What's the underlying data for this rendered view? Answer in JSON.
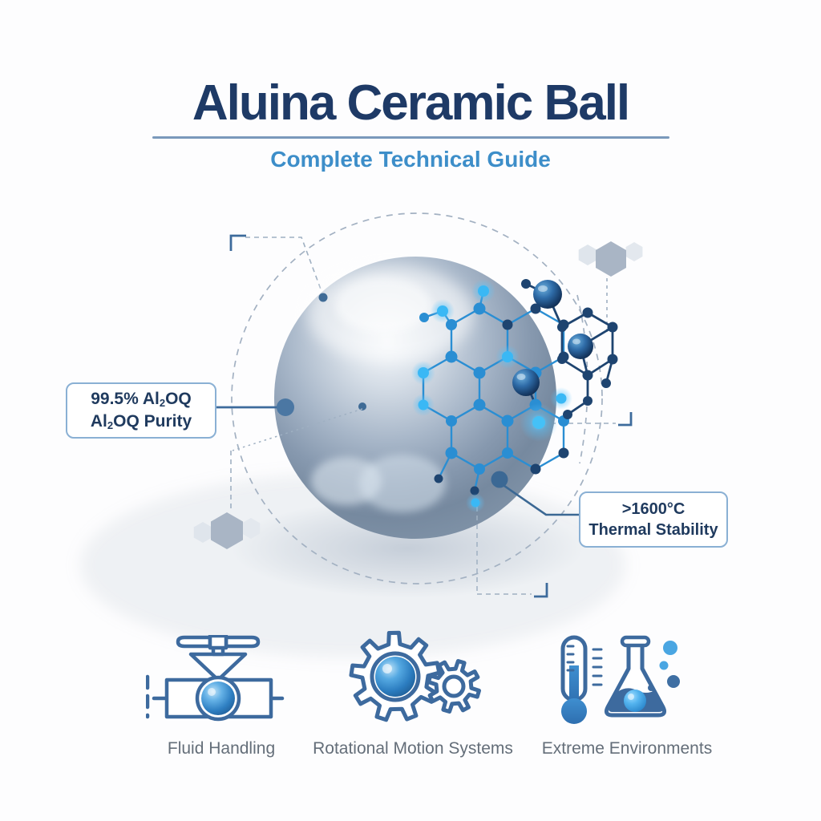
{
  "header": {
    "title": "Aluina Ceramic Ball",
    "subtitle": "Complete Technical Guide"
  },
  "callouts": {
    "purity": {
      "line1_a": "99.5% Al",
      "line1_sub": "2",
      "line1_b": "OQ",
      "line2_a": "Al",
      "line2_sub": "2",
      "line2_b": "OQ Purity"
    },
    "thermal": {
      "line1": ">1600°C",
      "line2": "Thermal Stability"
    }
  },
  "features": [
    {
      "label": "Fluid Handling",
      "icon": "valve-icon"
    },
    {
      "label": "Rotational Motion Systems",
      "icon": "gears-icon"
    },
    {
      "label": "Extreme Environments",
      "icon": "thermometer-flask-icon"
    }
  ],
  "colors": {
    "title_navy": "#1e3a66",
    "subtitle_blue": "#3d8ec9",
    "molecule_blue": "#2a8ed3",
    "molecule_navy": "#1e4470",
    "icon_stroke": "#3d6a9e",
    "callout_border": "#8ab0d4",
    "callout_text": "#1f3a5e",
    "label_gray": "#646e79",
    "dash_gray": "#a3b1c2",
    "connector_blue": "#3d6b9c"
  }
}
